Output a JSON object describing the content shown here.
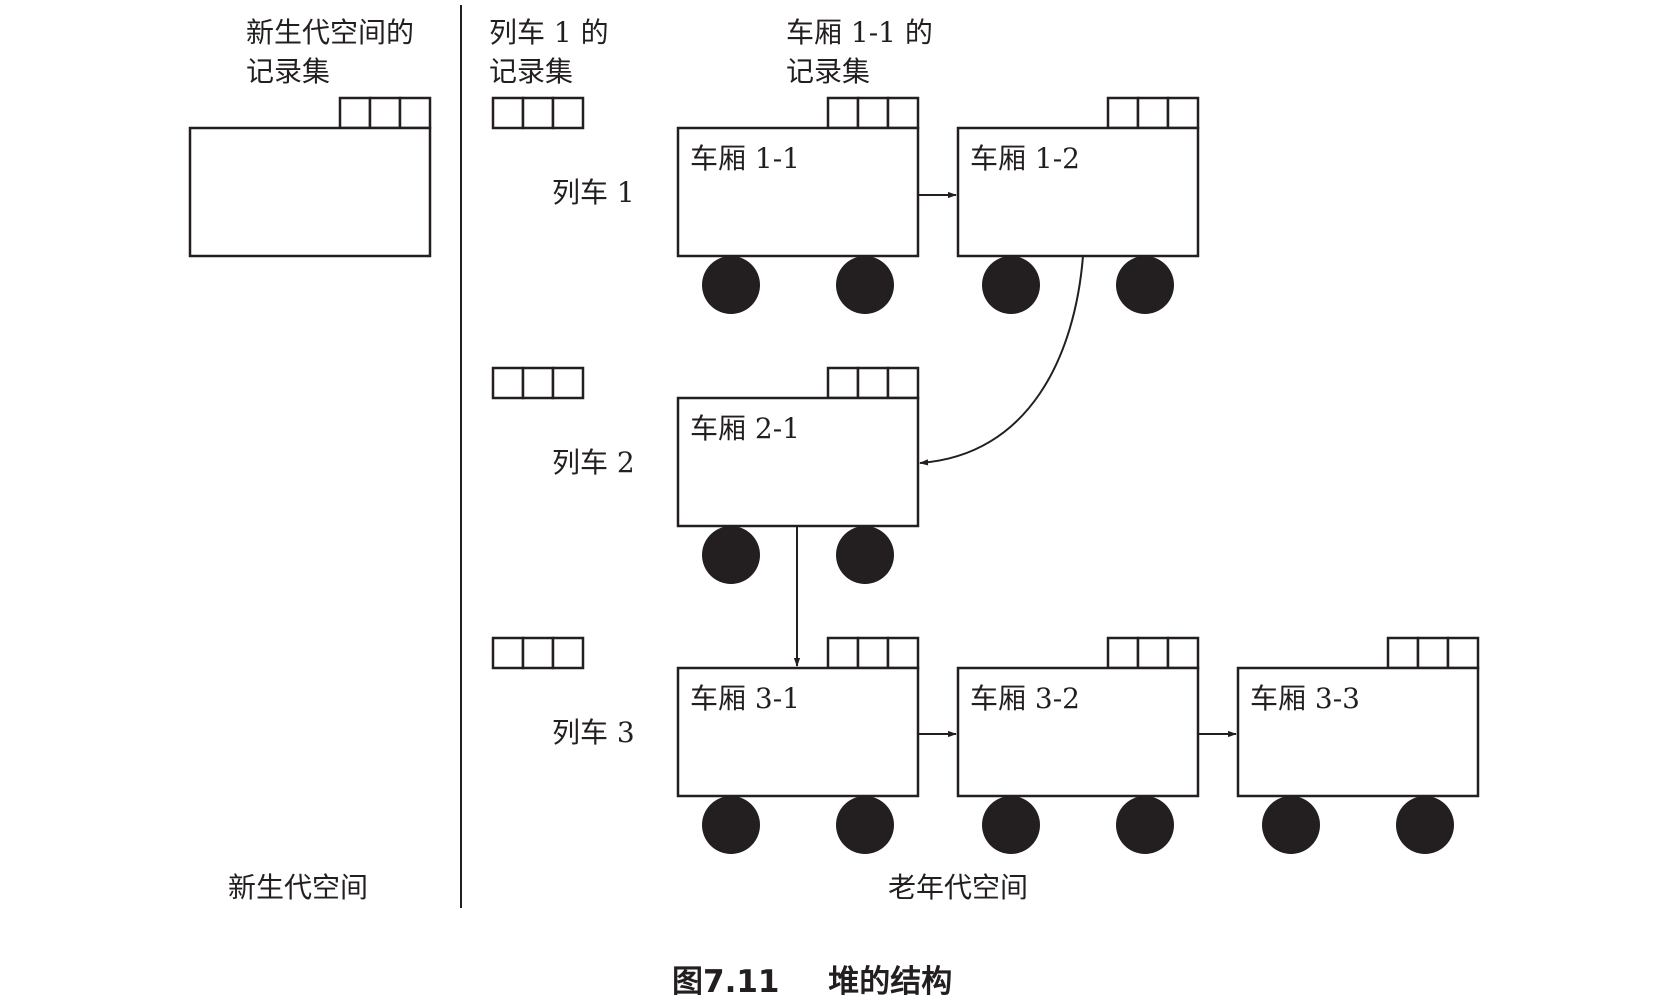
{
  "left_panel": {
    "remembered_set_label": [
      "新生代空间的",
      "记录集"
    ],
    "space_label": "新生代空间"
  },
  "right_panel": {
    "train_rs_label": [
      "列车 1 的",
      "记录集"
    ],
    "car_rs_label": [
      "车厢 1-1 的",
      "记录集"
    ],
    "space_label": "老年代空间",
    "trains": [
      {
        "label": "列车 1",
        "cars": [
          "车厢 1-1",
          "车厢 1-2"
        ]
      },
      {
        "label": "列车 2",
        "cars": [
          "车厢 2-1"
        ]
      },
      {
        "label": "列车 3",
        "cars": [
          "车厢 3-1",
          "车厢 3-2",
          "车厢 3-3"
        ]
      }
    ]
  },
  "caption": {
    "number": "图7.11",
    "title": "堆的结构"
  }
}
